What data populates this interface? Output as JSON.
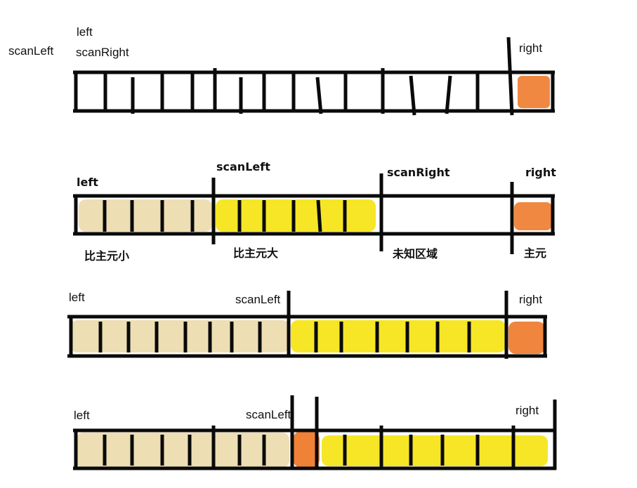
{
  "colors": {
    "ink": "#0a0a0a",
    "smaller_fill": "#ecdcb0",
    "larger_fill": "#f5e51a",
    "pivot_fill": "#ef7b2c",
    "background": "#ffffff"
  },
  "stage1": {
    "label_scanLeft": "scanLeft",
    "label_left": "left",
    "label_scanRight": "scanRight",
    "label_right": "right"
  },
  "stage2": {
    "label_left": "left",
    "label_scanLeft": "scanLeft",
    "label_scanRight": "scanRight",
    "label_right": "right",
    "region_smaller": "比主元小",
    "region_larger": "比主元大",
    "region_unknown": "未知区域",
    "region_pivot": "主元"
  },
  "stage3": {
    "label_left": "left",
    "label_scanLeft": "scanLeft",
    "label_right": "right"
  },
  "stage4": {
    "label_left": "left",
    "label_scanLeft": "scanLeft",
    "label_right": "right"
  }
}
